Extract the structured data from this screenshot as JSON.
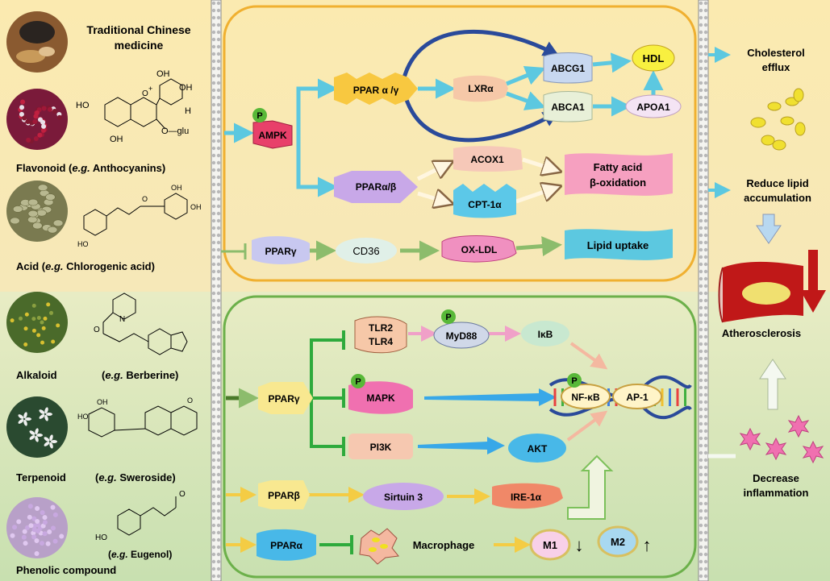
{
  "colors": {
    "top_bg": "#fbeab0",
    "bottom_bg": "#d8e8c0",
    "lipid_box_border": "#f0b030",
    "inflam_box_border": "#6cb04a",
    "arrow_blue": "#5cc8e0",
    "arrow_green": "#8cbc6c",
    "arrow_yellow": "#f4cc44",
    "inhibit_green": "#2eaa3c"
  },
  "compounds": [
    {
      "name": "Traditional Chinese medicine",
      "example": ""
    },
    {
      "name": "Flavonoid",
      "example_prefix": "(e.g.",
      "example": "Anthocyanins)"
    },
    {
      "name": "Acid",
      "example_prefix": "(e.g.",
      "example": "Chlorogenic acid)"
    },
    {
      "name": "Alkaloid",
      "example_prefix": "(e.g.",
      "example": "Berberine)"
    },
    {
      "name": "Terpenoid",
      "example_prefix": "(e.g.",
      "example": "Sweroside)"
    },
    {
      "name": "Phenolic compound",
      "example_prefix": "(e.g.",
      "example": "Eugenol)"
    }
  ],
  "compound_labels": {
    "tcm_line1": "Traditional Chinese",
    "tcm_line2": "medicine",
    "flavonoid": "Flavonoid (",
    "eg": "e.g.",
    "anthocyanins": " Anthocyanins)",
    "acid": "Acid   (",
    "chlorogenic": " Chlorogenic acid)",
    "alkaloid": "Alkaloid",
    "berberine_open": "(",
    "berberine": " Berberine)",
    "terpenoid": "Terpenoid",
    "sweroside_open": "(",
    "sweroside": " Sweroside)",
    "eugenol_open": "(",
    "eugenol": " Eugenol)",
    "phenolic": "Phenolic compound"
  },
  "chem": {
    "oh": "OH",
    "o_glu": "O—glu",
    "o": "O",
    "h": "H",
    "n": "N",
    "ho": "HO",
    "plus": "+"
  },
  "lipid_nodes": {
    "ampk": "AMPK",
    "p": "P",
    "ppar_ag": "PPAR α /γ",
    "lxra": "LXRα",
    "abcg1": "ABCG1",
    "abca1": "ABCA1",
    "hdl": "HDL",
    "apoa1": "APOA1",
    "ppar_ab": "PPARα/β",
    "acox1": "ACOX1",
    "cpt1a": "CPT-1α",
    "fao_line1": "Fatty acid",
    "fao_line2": "β-oxidation",
    "pparg": "PPARγ",
    "cd36": "CD36",
    "oxldl": "OX-LDL",
    "lipid_uptake": "Lipid uptake"
  },
  "inflam_nodes": {
    "tlr2": "TLR2",
    "tlr4": "TLR4",
    "myd88": "MyD88",
    "ikb": "IκB",
    "pparg": "PPARγ",
    "mapk": "MAPK",
    "nfkb": "NF-κB",
    "ap1": "AP-1",
    "pi3k": "PI3K",
    "akt": "AKT",
    "pparb": "PPARβ",
    "sirtuin3": "Sirtuin 3",
    "ire1a": "IRE-1α",
    "ppara": "PPARα",
    "macrophage": "Macrophage",
    "m1": "M1",
    "m2": "M2",
    "down": "↓",
    "up": "↑"
  },
  "outcomes": {
    "cholesterol_line1": "Cholesterol",
    "cholesterol_line2": "efflux",
    "reduce_line1": "Reduce lipid",
    "reduce_line2": "accumulation",
    "atherosclerosis": "Atherosclerosis",
    "inflam_line1": "Decrease",
    "inflam_line2": "inflammation"
  }
}
